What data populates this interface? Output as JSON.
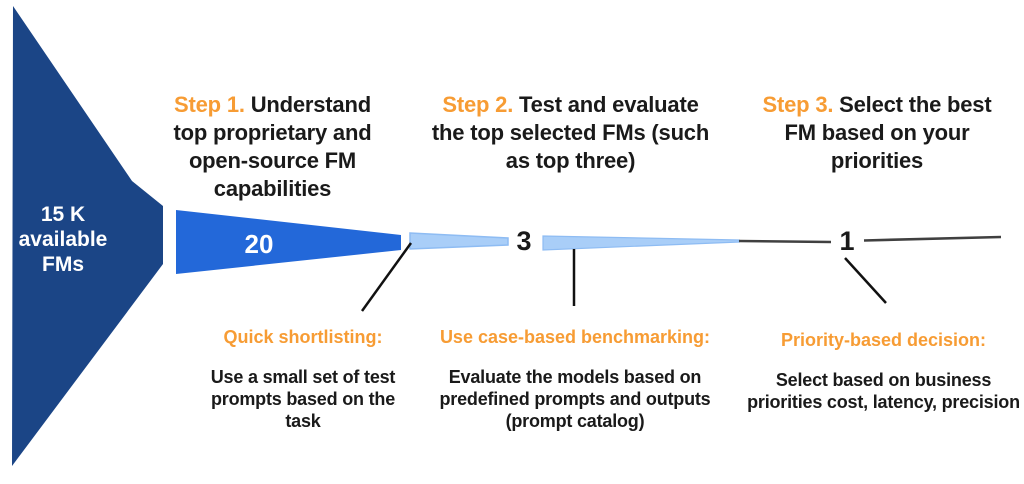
{
  "colors": {
    "navy": "#1b4586",
    "blue": "#2368d9",
    "light_blue": "#a9cef8",
    "light_blue_edge": "#8ebcf3",
    "orange": "#f79c34",
    "text_dark": "#1a1a1a",
    "gray_line": "#404040",
    "black_line": "#111111",
    "white": "#ffffff"
  },
  "source": {
    "label": "15 K\navailable\nFMs"
  },
  "steps": [
    {
      "number": "Step 1.",
      "title": " Understand\ntop proprietary and\nopen-source FM\ncapabilities",
      "count": "20",
      "callout": {
        "title": "Quick shortlisting:",
        "body": "Use a small set of test\nprompts based on the\ntask"
      }
    },
    {
      "number": "Step 2.",
      "title": " Test and evaluate\nthe top selected FMs (such\nas top three)",
      "count": "3",
      "callout": {
        "title": "Use case-based benchmarking:",
        "body": "Evaluate the models based on\npredefined prompts and outputs\n(prompt catalog)"
      }
    },
    {
      "number": "Step 3.",
      "title": " Select the best\nFM based on your\npriorities",
      "count": "1",
      "callout": {
        "title": "Priority-based decision:",
        "body": "Select based on business\npriorities cost, latency, precision"
      }
    }
  ]
}
